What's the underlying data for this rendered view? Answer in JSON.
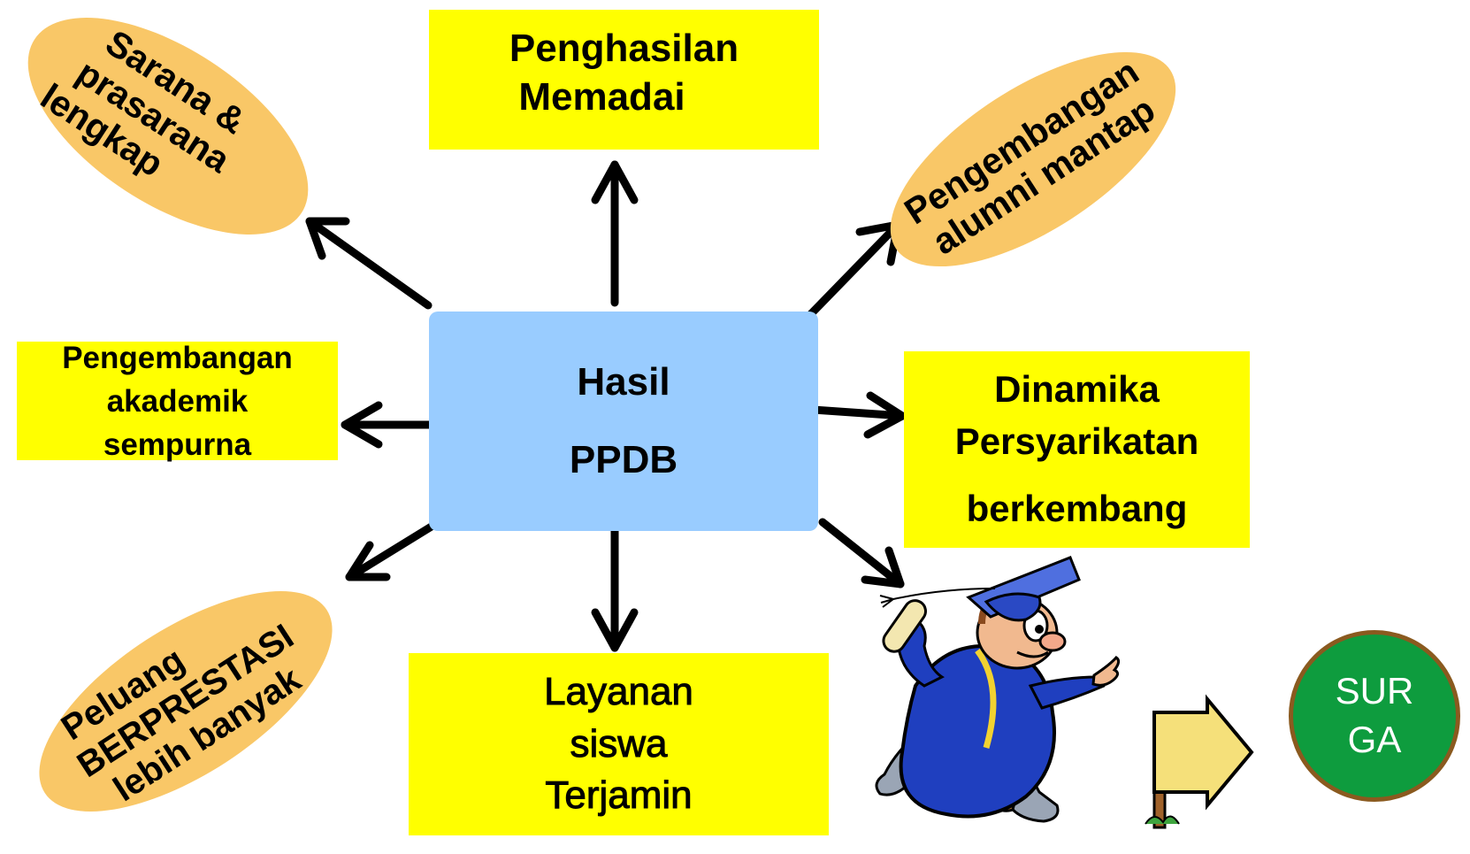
{
  "center": {
    "line1": "Hasil",
    "line2": "PPDB"
  },
  "top_box": {
    "line1": "Penghasilan",
    "line2": "Memadai"
  },
  "left_box": {
    "line1": "Pengembangan",
    "line2": "akademik",
    "line3": "sempurna"
  },
  "right_box": {
    "line1": "Dinamika",
    "line2": "Persyarikatan",
    "line3": "berkembang"
  },
  "bottom_box": {
    "line1": "Layanan",
    "line2": "siswa",
    "line3": "Terjamin"
  },
  "oval_top_left": {
    "line1": "Sarana &",
    "line2": "prasarana",
    "line3": "lengkap"
  },
  "oval_top_right": {
    "line1": "Pengembangan",
    "line2": "alumni mantap"
  },
  "oval_bottom_left": {
    "line1": "Peluang",
    "line2": "BERPRESTASI",
    "line3": "lebih banyak"
  },
  "goal": {
    "line1": "SUR",
    "line2": "GA"
  },
  "colors": {
    "yellow_box": "#ffff00",
    "center_box": "#99ccff",
    "oval": "#f9c767",
    "goal_circle": "#0e9c3e",
    "goal_border": "#8a5a1f",
    "arrow": "#000000"
  },
  "illustration": "graduate-running-to-signpost"
}
